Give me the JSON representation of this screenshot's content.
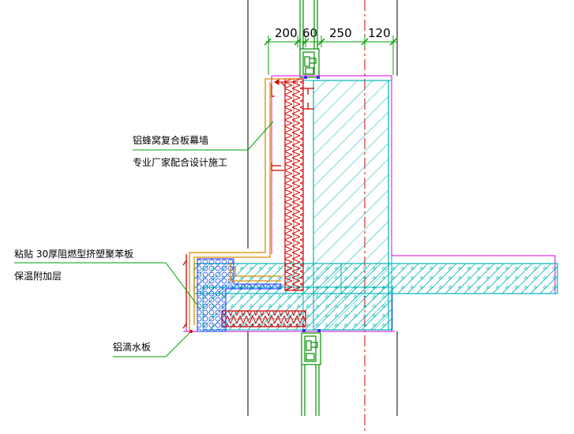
{
  "dimensions": [
    "200",
    "60",
    "250",
    "120"
  ],
  "annotations": {
    "curtain_wall": {
      "line1": "铝蜂窝复合板幕墙",
      "line2": "专业厂家配合设计施工"
    },
    "insulation": {
      "line1": "粘贴 30厚阻燃型挤塑聚苯板",
      "line2": "保温附加层"
    },
    "drip": {
      "line1": "铝滴水板"
    }
  },
  "colors": {
    "concrete": "#00b3b3",
    "insulation": "#ff0000",
    "panel": "#d98c00",
    "outline": "#e000e0",
    "leader": "#00a000",
    "axis": "#d40000",
    "profile": "#009000",
    "anchor": "#3030ff"
  }
}
